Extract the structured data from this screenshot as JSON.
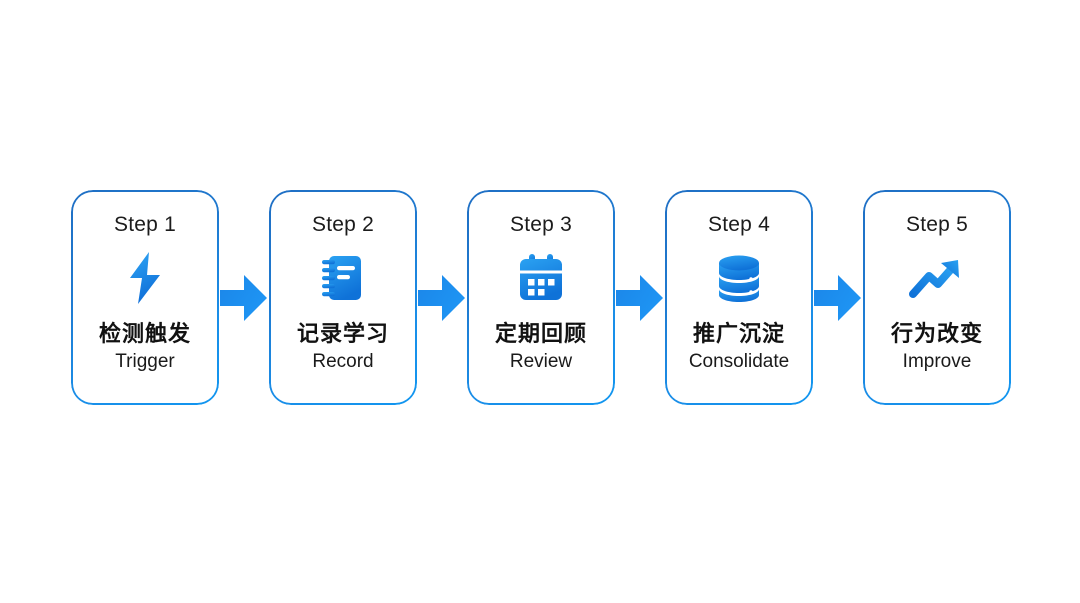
{
  "page": {
    "background_color": "#ffffff",
    "accent_color": "#1e90f0",
    "border_gradient_from": "#1f6fc4",
    "border_gradient_to": "#1196f0",
    "arrow_color": "#1e90f0"
  },
  "flow": {
    "arrow_icon_name": "right-block-arrow-icon",
    "steps": [
      {
        "label": "Step 1",
        "icon": "lightning-bolt-icon",
        "title_cn": "检测触发",
        "title_en": "Trigger"
      },
      {
        "label": "Step 2",
        "icon": "notebook-icon",
        "title_cn": "记录学习",
        "title_en": "Record"
      },
      {
        "label": "Step 3",
        "icon": "calendar-icon",
        "title_cn": "定期回顾",
        "title_en": "Review"
      },
      {
        "label": "Step 4",
        "icon": "database-icon",
        "title_cn": "推广沉淀",
        "title_en": "Consolidate"
      },
      {
        "label": "Step 5",
        "icon": "trending-up-arrow-icon",
        "title_cn": "行为改变",
        "title_en": "Improve"
      }
    ]
  }
}
